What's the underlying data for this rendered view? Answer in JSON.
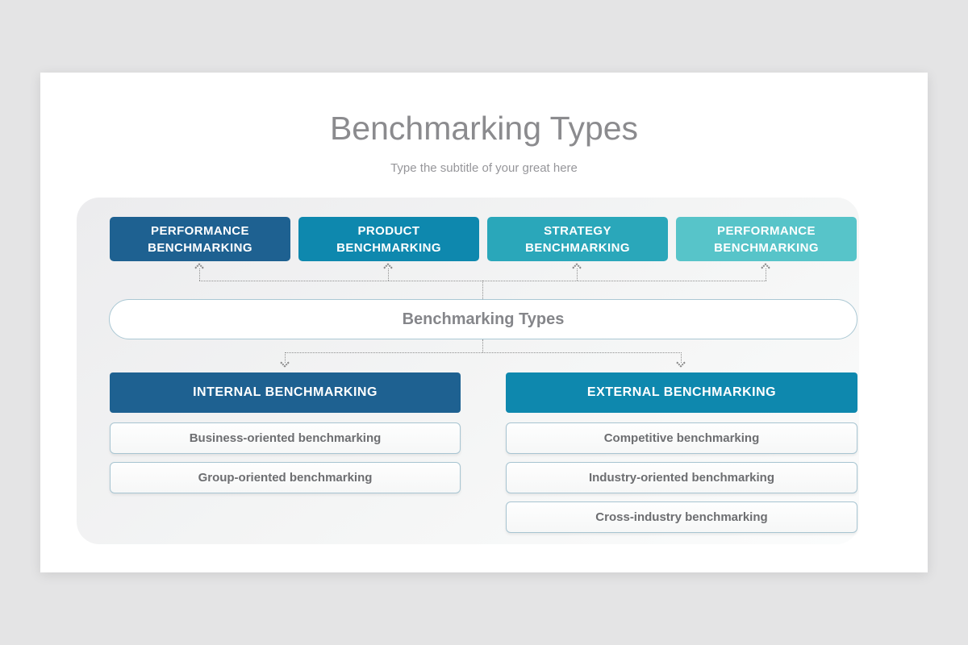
{
  "page": {
    "title": "Benchmarking Types",
    "subtitle": "Type the subtitle of your great here"
  },
  "diagram": {
    "center": {
      "label": "Benchmarking Types"
    },
    "top_boxes": [
      {
        "line1": "PERFORMANCE",
        "line2": "BENCHMARKING",
        "color": "#1e6191"
      },
      {
        "line1": "PRODUCT",
        "line2": "BENCHMARKING",
        "color": "#0e88ae"
      },
      {
        "line1": "STRATEGY",
        "line2": "BENCHMARKING",
        "color": "#2aa7ba"
      },
      {
        "line1": "PERFORMANCE",
        "line2": "BENCHMARKING",
        "color": "#57c4c9"
      }
    ],
    "groups": [
      {
        "header": "INTERNAL BENCHMARKING",
        "color": "#1e6191",
        "items": [
          "Business-oriented benchmarking",
          "Group-oriented benchmarking"
        ]
      },
      {
        "header": "EXTERNAL BENCHMARKING",
        "color": "#0e88ae",
        "items": [
          "Competitive benchmarking",
          "Industry-oriented benchmarking",
          "Cross-industry benchmarking"
        ]
      }
    ]
  },
  "colors": {
    "connector": "#8f8f8f",
    "pill_border": "#abc8d4",
    "item_border": "#a7c4d1",
    "title_gray": "#8b8b8e"
  }
}
